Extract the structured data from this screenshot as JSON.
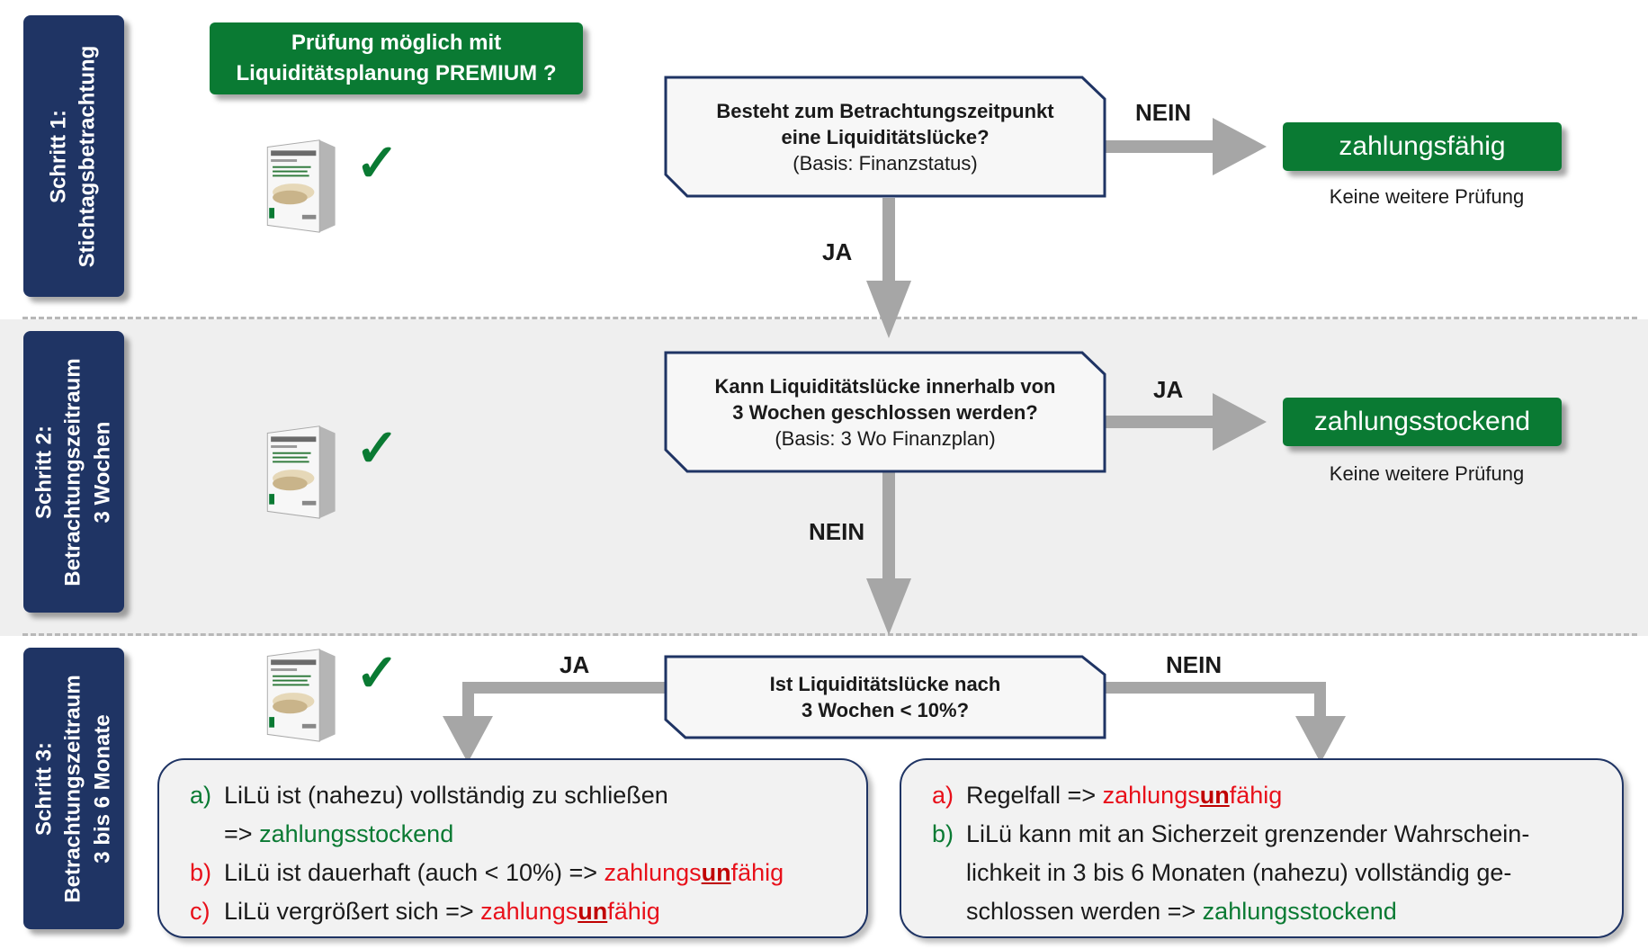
{
  "steps": [
    {
      "line1": "Schritt 1:",
      "line2": "Stichtagsbetrachtung",
      "line3": ""
    },
    {
      "line1": "Schritt 2:",
      "line2": "Betrachtungszeitraum",
      "line3": "3 Wochen"
    },
    {
      "line1": "Schritt 3:",
      "line2": "Betrachtungszeitraum",
      "line3": "3 bis 6 Monate"
    }
  ],
  "premium_check": {
    "line1": "Prüfung möglich mit",
    "line2": "Liquiditätsplanung PREMIUM ?"
  },
  "product": {
    "name": "Liquiditätsplanung",
    "edition": "PREMIUM"
  },
  "check_symbol": "✓",
  "questions": [
    {
      "line1": "Besteht zum Betrachtungszeitpunkt",
      "line2": "eine Liquiditätslücke?",
      "basis": "(Basis: Finanzstatus)"
    },
    {
      "line1": "Kann Liquiditätslücke innerhalb von",
      "line2": "3 Wochen geschlossen werden?",
      "basis": "(Basis: 3 Wo Finanzplan)"
    },
    {
      "line1": "Ist Liquiditätslücke nach",
      "line2": "3 Wochen < 10%?",
      "basis": ""
    }
  ],
  "labels": {
    "q1_right": "NEIN",
    "q1_down": "JA",
    "q2_right": "JA",
    "q2_down": "NEIN",
    "q3_left": "JA",
    "q3_right": "NEIN"
  },
  "results": [
    {
      "label": "zahlungsfähig",
      "note": "Keine weitere Prüfung"
    },
    {
      "label": "zahlungsstockend",
      "note": "Keine weitere Prüfung"
    }
  ],
  "left_outcome": {
    "a_marker": "a)",
    "a_text": "LiLü ist (nahezu) vollständig zu schließen",
    "a_arrow": "=>",
    "a_result": "zahlungsstockend",
    "b_marker": "b)",
    "b_text": "LiLü ist dauerhaft (auch < 10%) =>",
    "b_res1": "zahlungs",
    "b_res2": "un",
    "b_res3": "fähig",
    "c_marker": "c)",
    "c_text": "LiLü vergrößert sich =>",
    "c_res1": "zahlungs",
    "c_res2": "un",
    "c_res3": "fähig"
  },
  "right_outcome": {
    "a_marker": "a)",
    "a_text": "Regelfall =>",
    "a_res1": "zahlungs",
    "a_res2": "un",
    "a_res3": "fähig",
    "b_marker": "b)",
    "b_line1": "LiLü kann mit an Sicherzeit grenzender Wahrschein-",
    "b_line2": "lichkeit in 3 bis 6 Monaten (nahezu) vollständig ge-",
    "b_line3": "schlossen werden =>",
    "b_result": "zahlungsstockend"
  },
  "colors": {
    "navy": "#1f3464",
    "green": "#0a7a33",
    "red": "#e8101a",
    "arrow": "#a6a6a6"
  }
}
